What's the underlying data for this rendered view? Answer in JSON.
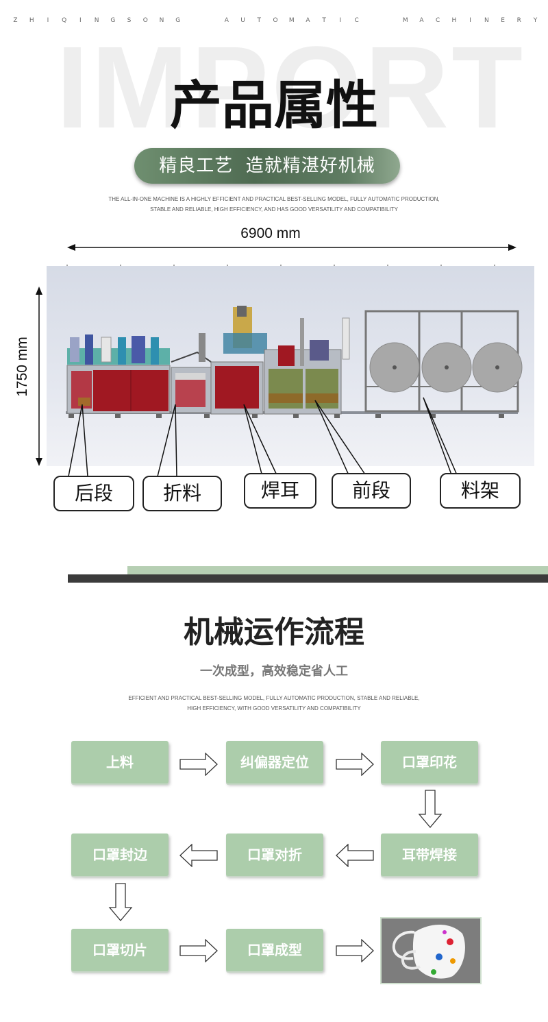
{
  "brand_line": [
    "Z",
    "H",
    "I",
    "Q",
    "I",
    "N",
    "G",
    "S",
    "O",
    "N",
    "G",
    "",
    "",
    "A",
    "U",
    "T",
    "O",
    "M",
    "A",
    "T",
    "I",
    "C",
    "",
    "",
    "M",
    "A",
    "C",
    "H",
    "I",
    "N",
    "E",
    "R",
    "Y"
  ],
  "background_word": "IMPORT",
  "section1": {
    "title": "产品属性",
    "tagline": "精良工艺  造就精湛好机械",
    "english_line1": "THE ALL-IN-ONE MACHINE IS A HIGHLY EFFICIENT AND PRACTICAL BEST-SELLING MODEL, FULLY AUTOMATIC PRODUCTION,",
    "english_line2": "STABLE AND RELIABLE, HIGH EFFICIENCY, AND HAS GOOD VERSATILITY AND COMPATIBILITY",
    "width_label": "6900 mm",
    "height_label": "1750 mm",
    "callouts": [
      "后段",
      "折料",
      "焊耳",
      "前段",
      "料架"
    ]
  },
  "section2": {
    "title": "机械运作流程",
    "subtitle": "一次成型，高效稳定省人工",
    "english_line1": "EFFICIENT AND PRACTICAL BEST-SELLING MODEL, FULLY AUTOMATIC PRODUCTION, STABLE AND RELIABLE,",
    "english_line2": "HIGH EFFICIENCY, WITH GOOD VERSATILITY AND COMPATIBILITY",
    "steps": [
      "上料",
      "纠偏器定位",
      "口罩印花",
      "耳带焊接",
      "口罩对折",
      "口罩封边",
      "口罩切片",
      "口罩成型"
    ]
  },
  "colors": {
    "step_green": "#accdab",
    "pill_green": "#5a775c",
    "divider_green": "#b6cfb3",
    "divider_dark": "#3b3b3b",
    "cabinet_red": "#a01822",
    "cabinet_olive": "#7b8a4e"
  },
  "icons": [
    "arrow-right-icon",
    "arrow-left-icon",
    "arrow-down-icon"
  ]
}
